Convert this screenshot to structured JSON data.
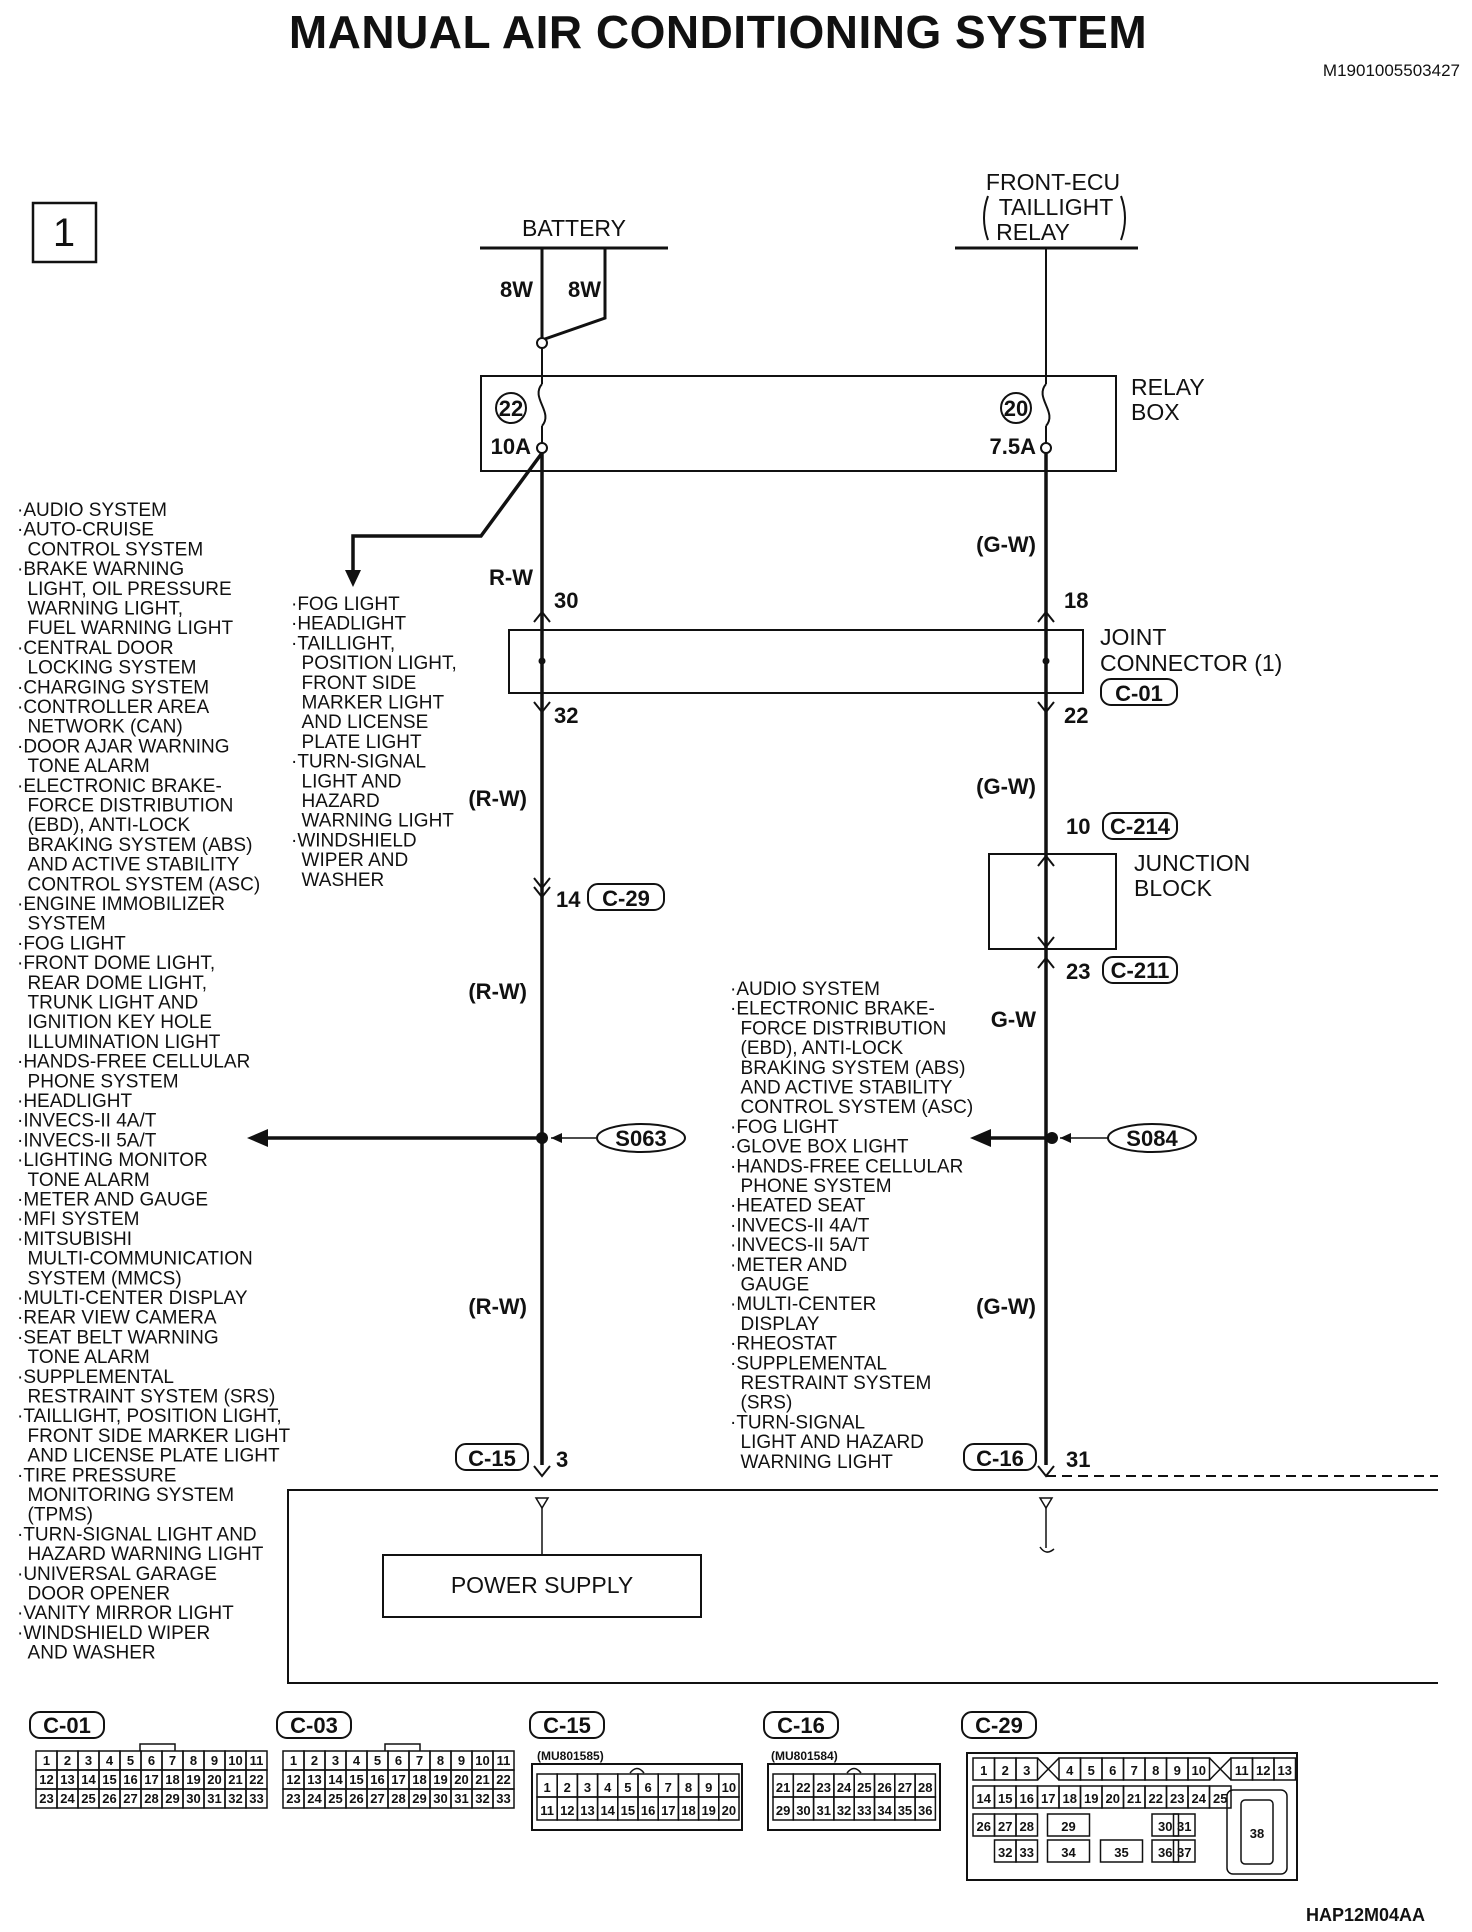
{
  "header": {
    "title": "MANUAL AIR CONDITIONING SYSTEM",
    "doc_id": "M1901005503427",
    "page_number": "1",
    "figure_code": "HAP12M04AA"
  },
  "sources": {
    "battery": "BATTERY",
    "battery_wire_a": "8W",
    "battery_wire_b": "8W",
    "front_ecu": [
      "FRONT-ECU",
      "TAILLIGHT",
      "RELAY"
    ]
  },
  "relay_box": {
    "label": [
      "RELAY",
      "BOX"
    ],
    "fuse_left_no": "22",
    "fuse_left_rating": "10A",
    "fuse_right_no": "20",
    "fuse_right_rating": "7.5A"
  },
  "joint_connector": {
    "label": [
      "JOINT",
      "CONNECTOR (1)"
    ],
    "code": "C-01",
    "pin_left_in": "30",
    "pin_left_out": "32",
    "pin_right_in": "18",
    "pin_right_out": "22"
  },
  "junction_block": {
    "label": [
      "JUNCTION",
      "BLOCK"
    ],
    "pin_in": "10",
    "code_in": "C-214",
    "pin_out": "23",
    "code_out": "C-211"
  },
  "wires": {
    "left_1": "R-W",
    "left_2": "(R-W)",
    "left_3": "(R-W)",
    "left_4": "(R-W)",
    "right_1": "(G-W)",
    "right_2": "(G-W)",
    "right_3": "G-W",
    "right_4": "(G-W)"
  },
  "left_connector": {
    "pin": "14",
    "code": "C-29"
  },
  "splices": {
    "left": "S063",
    "right": "S084"
  },
  "ecu_connectors": {
    "left_code": "C-15",
    "left_pin": "3",
    "right_code": "C-16",
    "right_pin": "31"
  },
  "power_supply": "POWER SUPPLY",
  "fuse22_branch_list": [
    "·FOG LIGHT",
    "·HEADLIGHT",
    "·TAILLIGHT,",
    " POSITION LIGHT,",
    " FRONT SIDE",
    " MARKER LIGHT",
    " AND LICENSE",
    " PLATE LIGHT",
    "·TURN-SIGNAL",
    " LIGHT AND",
    " HAZARD",
    " WARNING LIGHT",
    "·WINDSHIELD",
    " WIPER AND",
    " WASHER"
  ],
  "s063_list": [
    "·AUDIO SYSTEM",
    "·AUTO-CRUISE",
    " CONTROL SYSTEM",
    "·BRAKE WARNING",
    " LIGHT, OIL PRESSURE",
    " WARNING LIGHT,",
    " FUEL WARNING LIGHT",
    "·CENTRAL DOOR",
    " LOCKING SYSTEM",
    "·CHARGING SYSTEM",
    "·CONTROLLER AREA",
    " NETWORK (CAN)",
    "·DOOR AJAR WARNING",
    " TONE ALARM",
    "·ELECTRONIC BRAKE-",
    " FORCE DISTRIBUTION",
    " (EBD), ANTI-LOCK",
    " BRAKING SYSTEM (ABS)",
    " AND ACTIVE STABILITY",
    " CONTROL SYSTEM (ASC)",
    "·ENGINE IMMOBILIZER",
    " SYSTEM",
    "·FOG LIGHT",
    "·FRONT DOME LIGHT,",
    " REAR DOME LIGHT,",
    " TRUNK LIGHT AND",
    " IGNITION KEY HOLE",
    " ILLUMINATION LIGHT",
    "·HANDS-FREE CELLULAR",
    " PHONE SYSTEM",
    "·HEADLIGHT",
    "·INVECS-II 4A/T",
    "·INVECS-II 5A/T",
    "·LIGHTING MONITOR",
    " TONE ALARM",
    "·METER AND GAUGE",
    "·MFI SYSTEM",
    "·MITSUBISHI",
    " MULTI-COMMUNICATION",
    " SYSTEM (MMCS)",
    "·MULTI-CENTER DISPLAY",
    "·REAR VIEW CAMERA",
    "·SEAT BELT WARNING",
    " TONE ALARM",
    "·SUPPLEMENTAL",
    " RESTRAINT SYSTEM (SRS)",
    "·TAILLIGHT, POSITION LIGHT,",
    " FRONT SIDE MARKER LIGHT",
    " AND LICENSE PLATE LIGHT",
    "·TIRE PRESSURE",
    " MONITORING SYSTEM",
    " (TPMS)",
    "·TURN-SIGNAL LIGHT AND",
    " HAZARD WARNING LIGHT",
    "·UNIVERSAL GARAGE",
    " DOOR OPENER",
    "·VANITY MIRROR LIGHT",
    "·WINDSHIELD WIPER",
    " AND WASHER"
  ],
  "s084_list": [
    "·AUDIO SYSTEM",
    "·ELECTRONIC BRAKE-",
    " FORCE DISTRIBUTION",
    " (EBD), ANTI-LOCK",
    " BRAKING SYSTEM (ABS)",
    " AND ACTIVE STABILITY",
    " CONTROL SYSTEM (ASC)",
    "·FOG LIGHT",
    "·GLOVE BOX LIGHT",
    "·HANDS-FREE CELLULAR",
    " PHONE SYSTEM",
    "·HEATED SEAT",
    "·INVECS-II 4A/T",
    "·INVECS-II 5A/T",
    "·METER AND",
    " GAUGE",
    "·MULTI-CENTER",
    " DISPLAY",
    "·RHEOSTAT",
    "·SUPPLEMENTAL",
    " RESTRAINT SYSTEM",
    " (SRS)",
    "·TURN-SIGNAL",
    " LIGHT AND HAZARD",
    " WARNING LIGHT"
  ],
  "connector_views": {
    "c01": {
      "code": "C-01",
      "row1": [
        "1",
        "2",
        "3",
        "4",
        "5",
        "6",
        "7",
        "8",
        "9",
        "10",
        "11"
      ],
      "row2": [
        "12",
        "13",
        "14",
        "15",
        "16",
        "17",
        "18",
        "19",
        "20",
        "21",
        "22"
      ],
      "row3": [
        "23",
        "24",
        "25",
        "26",
        "27",
        "28",
        "29",
        "30",
        "31",
        "32",
        "33"
      ]
    },
    "c03": {
      "code": "C-03",
      "row1": [
        "1",
        "2",
        "3",
        "4",
        "5",
        "6",
        "7",
        "8",
        "9",
        "10",
        "11"
      ],
      "row2": [
        "12",
        "13",
        "14",
        "15",
        "16",
        "17",
        "18",
        "19",
        "20",
        "21",
        "22"
      ],
      "row3": [
        "23",
        "24",
        "25",
        "26",
        "27",
        "28",
        "29",
        "30",
        "31",
        "32",
        "33"
      ]
    },
    "c15": {
      "code": "C-15",
      "part": "(MU801585)",
      "row1": [
        "1",
        "2",
        "3",
        "4",
        "5",
        "6",
        "7",
        "8",
        "9",
        "10"
      ],
      "row2": [
        "11",
        "12",
        "13",
        "14",
        "15",
        "16",
        "17",
        "18",
        "19",
        "20"
      ]
    },
    "c16": {
      "code": "C-16",
      "part": "(MU801584)",
      "row1": [
        "21",
        "22",
        "23",
        "24",
        "25",
        "26",
        "27",
        "28"
      ],
      "row2": [
        "29",
        "30",
        "31",
        "32",
        "33",
        "34",
        "35",
        "36"
      ]
    },
    "c29": {
      "code": "C-29",
      "row1": [
        "1",
        "2",
        "3",
        "4",
        "5",
        "6",
        "7",
        "8",
        "9",
        "10",
        "11",
        "12",
        "13"
      ],
      "row2": [
        "14",
        "15",
        "16",
        "17",
        "18",
        "19",
        "20",
        "21",
        "22",
        "23",
        "24",
        "25"
      ],
      "row3": [
        "26",
        "27",
        "28",
        "29",
        "30",
        "31"
      ],
      "row4": [
        "32",
        "33",
        "34",
        "35",
        "36",
        "37"
      ],
      "big": "38"
    }
  }
}
